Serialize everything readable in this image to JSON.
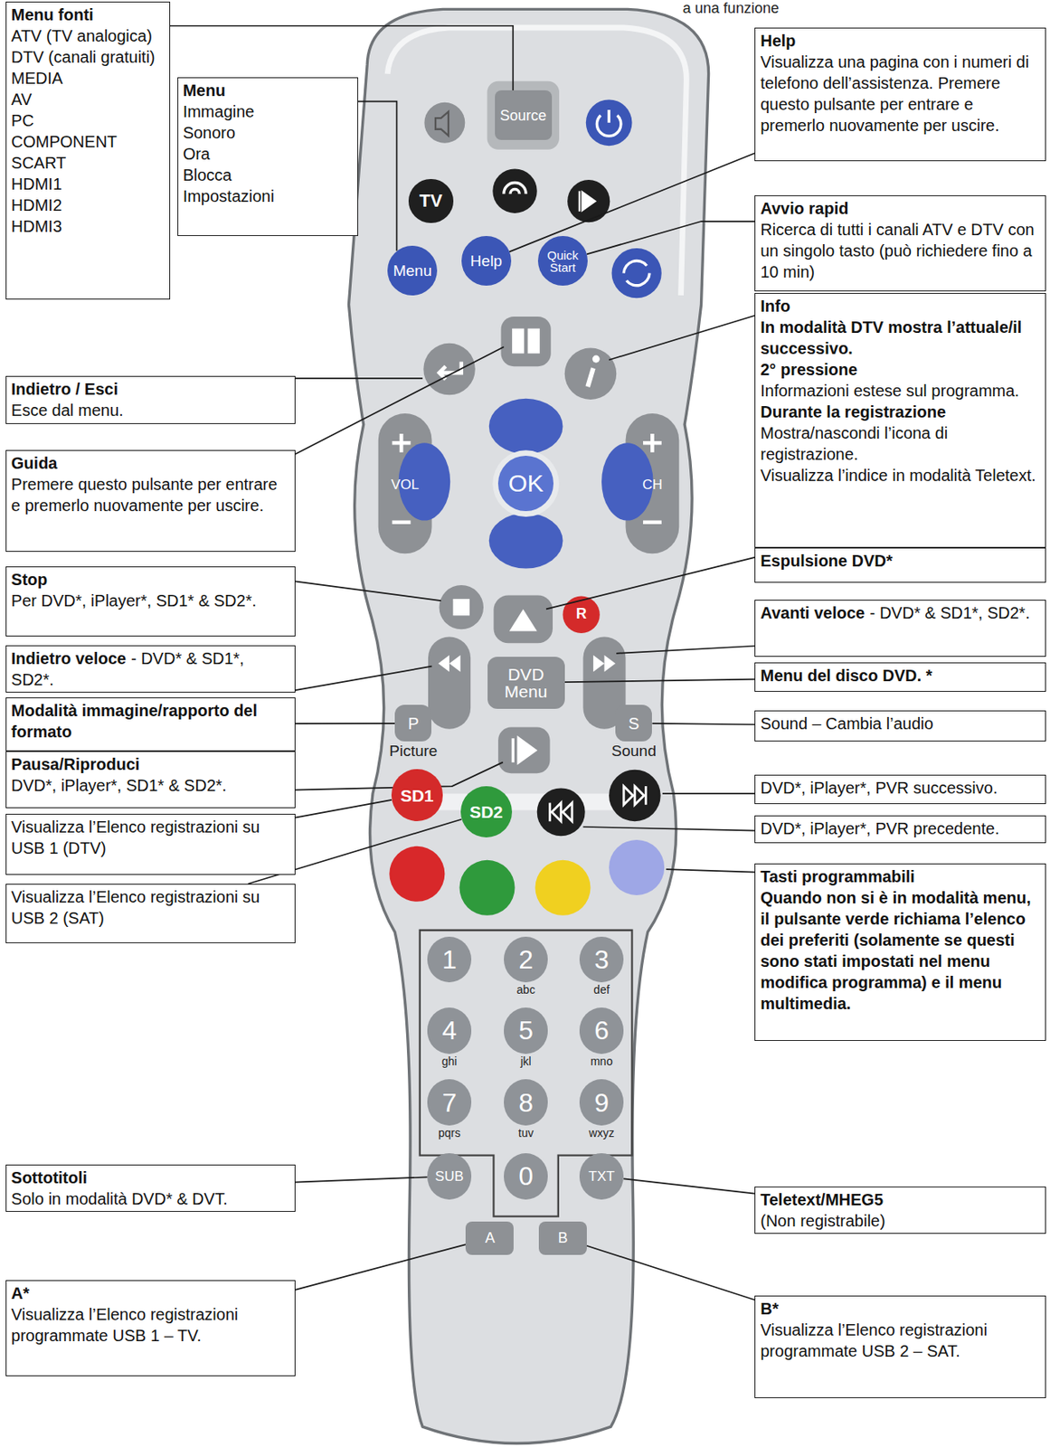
{
  "diagram": {
    "nodes": [
      {
        "text": [
          "Menu fonti",
          "ATV (TV analogica)",
          "DTV (canali gratuiti)",
          "MEDIA",
          "AV",
          "PC",
          "COMPONENT",
          "SCART",
          "HDMI1",
          "HDMI2",
          "HDMI3"
        ]
      },
      {
        "text": [
          "Menu",
          "Immagine",
          "Sonoro",
          "Ora",
          "Blocca",
          "Impostazioni"
        ]
      },
      {
        "text": [
          "Help",
          "Visualizza una pagina con i numeri di telefono dell’assistenza. Premere questo pulsante per entrare e premerlo nuovamente per uscire."
        ]
      },
      {
        "text": [
          "Source"
        ]
      },
      {
        "text": [
          "TV"
        ]
      },
      {
        "text": [
          "Menu"
        ]
      },
      {
        "text": [
          "Help"
        ]
      },
      {
        "text": [
          "Quick Start"
        ]
      },
      {
        "text": [
          "Avvio rapid",
          "Ricerca di tutti i canali ATV e DTV con un singolo tasto (può richiedere fino a 10 min)"
        ]
      },
      {
        "text": [
          "Indietro / Esci",
          "Esce dal menu."
        ]
      },
      {
        "text": [
          "Info",
          "In modalità DTV mostra l’attuale/il successivo.",
          "2° pressione",
          "Informazioni estese sul programma.",
          "Durante la registrazione",
          "Mostra/nascondi l’icona di registrazione.",
          "Visualizza l’indice in modalità Teletext."
        ]
      },
      {
        "text": [
          "Guida",
          "Premere questo pulsante per entrare e premerlo nuovamente per uscire."
        ]
      },
      {
        "text": [
          "OK"
        ]
      },
      {
        "text": [
          "Stop",
          "Per DVD*, iPlayer*, SD1* & SD2*."
        ]
      },
      {
        "text": [
          "Espulsione DVD*"
        ]
      },
      {
        "text": [
          "Avanti veloce",
          "- DVD* & SD1*, SD2*."
        ]
      },
      {
        "text": [
          "Indietro veloce",
          "- DVD* & SD1*, SD2*."
        ]
      },
      {
        "text": [
          "DVD Menu"
        ]
      },
      {
        "text": [
          "Menu del disco DVD. *"
        ]
      },
      {
        "text": [
          "Modalità immagine/rapporto del formato"
        ]
      },
      {
        "text": [
          "P",
          "Picture"
        ]
      },
      {
        "text": [
          "S",
          "Sound"
        ]
      },
      {
        "text": [
          "Sound – Cambia l’audio"
        ]
      },
      {
        "text": [
          "Pausa/Riproduci",
          "DVD*, iPlayer*, SD1* & SD2*."
        ]
      },
      {
        "text": [
          "SD1"
        ]
      },
      {
        "text": [
          "SD2"
        ]
      },
      {
        "text": [
          "DVD*, iPlayer*, PVR successivo."
        ]
      },
      {
        "text": [
          "Visualizza l’Elenco registrazioni su USB 1 (DTV)"
        ]
      },
      {
        "text": [
          "DVD*, iPlayer*, PVR precedente."
        ]
      },
      {
        "text": [
          "Visualizza l’Elenco registrazioni su USB 2 (SAT)"
        ]
      },
      {
        "text": [
          "Tasti programmabili",
          "Quando non si è in modalità menu, il pulsante verde richiama l’elenco dei preferiti (solamente se questi sono stati impostati nel menu modifica programma) e il menu multimedia."
        ]
      },
      {
        "text": [
          "1"
        ]
      },
      {
        "text": [
          "2",
          "abc"
        ]
      },
      {
        "text": [
          "3",
          "def"
        ]
      },
      {
        "text": [
          "4",
          "ghi"
        ]
      },
      {
        "text": [
          "5",
          "jkl"
        ]
      },
      {
        "text": [
          "6",
          "mno"
        ]
      },
      {
        "text": [
          "7",
          "pqrs"
        ]
      },
      {
        "text": [
          "8",
          "tuv"
        ]
      },
      {
        "text": [
          "9",
          "wxyz"
        ]
      },
      {
        "text": [
          "Sottotitoli",
          "Solo in modalità DVD* & DVT."
        ]
      },
      {
        "text": [
          "SUB"
        ]
      },
      {
        "text": [
          "0"
        ]
      },
      {
        "text": [
          "TXT"
        ]
      },
      {
        "text": [
          "Teletext/MHEG5",
          "(Non registrabile)"
        ]
      },
      {
        "text": [
          "A"
        ]
      },
      {
        "text": [
          "B"
        ]
      },
      {
        "text": [
          "A*",
          "Visualizza l’Elenco registrazioni programmate USB 1 – TV."
        ]
      },
      {
        "text": [
          "B*",
          "Visualizza l’Elenco registrazioni programmate USB 2 – SAT."
        ]
      }
    ],
    "edges": [
      {
        "from": 0,
        "to": 3,
        "arrow": "none"
      },
      {
        "from": 1,
        "to": 5,
        "arrow": "none"
      },
      {
        "from": 2,
        "to": 6,
        "arrow": "none"
      },
      {
        "from": 8,
        "to": 7,
        "arrow": "none"
      },
      {
        "from": 18,
        "to": 17,
        "arrow": "none"
      },
      {
        "from": 19,
        "to": 20,
        "arrow": "none"
      },
      {
        "from": 22,
        "to": 21,
        "arrow": "none"
      },
      {
        "from": 27,
        "to": 24,
        "arrow": "none"
      },
      {
        "from": 29,
        "to": 25,
        "arrow": "none"
      },
      {
        "from": 40,
        "to": 41,
        "arrow": "none"
      },
      {
        "from": 44,
        "to": 43,
        "arrow": "none"
      },
      {
        "from": 47,
        "to": 45,
        "arrow": "none"
      },
      {
        "from": 48,
        "to": 46,
        "arrow": "none"
      }
    ],
    "labels": [
      "a una funzione",
      "VOL",
      "CH",
      "R"
    ]
  }
}
